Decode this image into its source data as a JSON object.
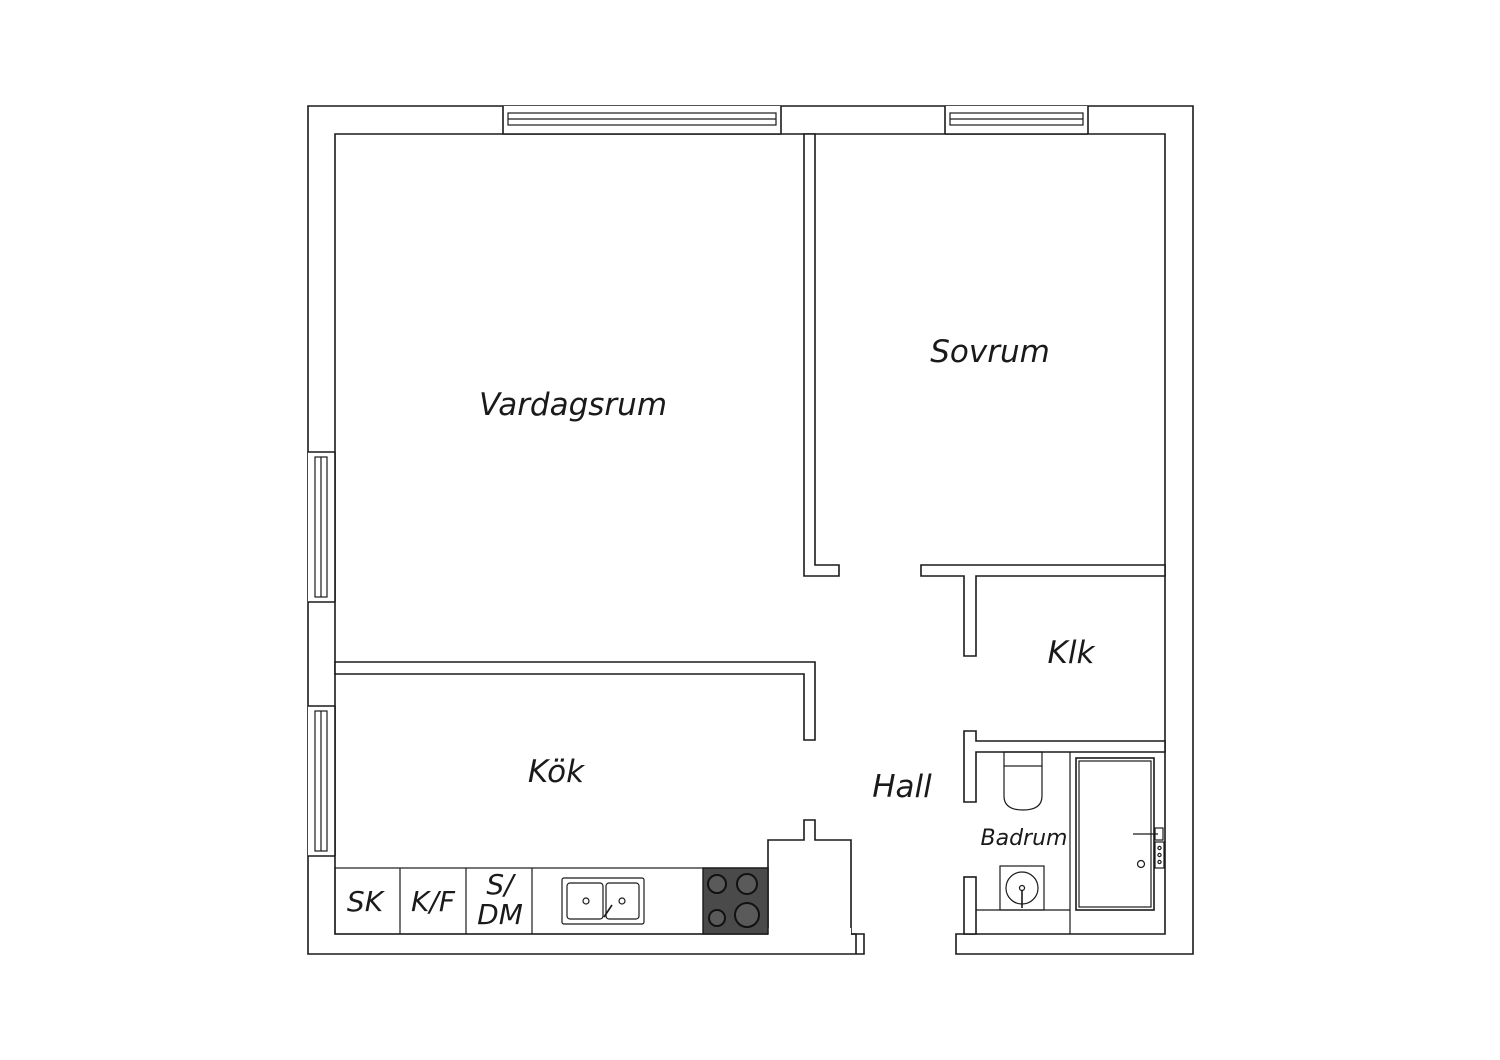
{
  "plan": {
    "rooms": {
      "vardagsrum": "Vardagsrum",
      "sovrum": "Sovrum",
      "klk": "Klk",
      "kok": "Kök",
      "hall": "Hall",
      "badrum": "Badrum"
    },
    "appliances": {
      "sk": "SK",
      "kf": "K/F",
      "sdm_line1": "S/",
      "sdm_line2": "DM"
    },
    "colors": {
      "line": "#1a1a1a",
      "hob": "#4a4a4a",
      "background": "#ffffff"
    }
  }
}
